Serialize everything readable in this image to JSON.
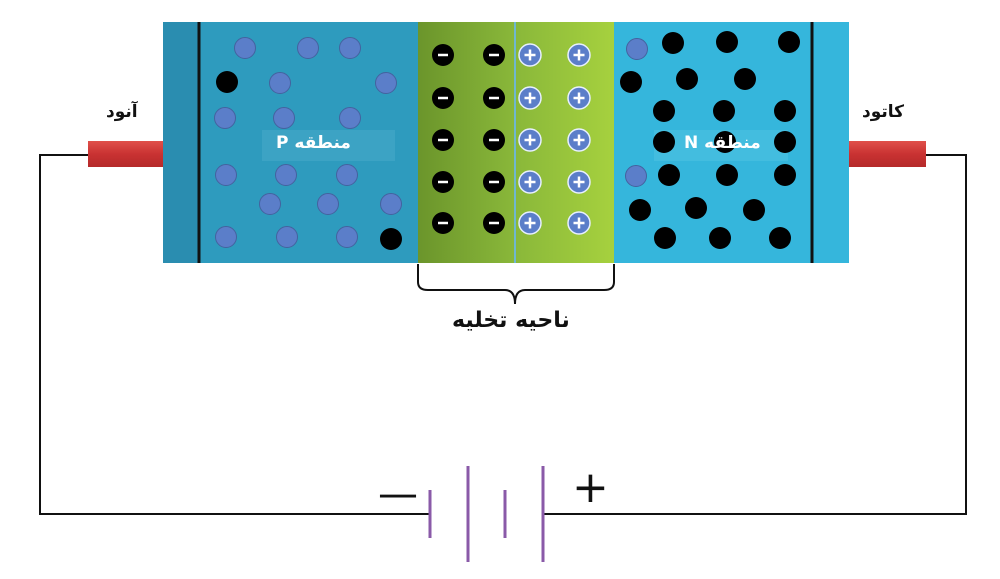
{
  "labels": {
    "p_region": "منطقه P",
    "n_region": "منطقه N",
    "anode": "آنود",
    "cathode": "کاتود",
    "depletion_region": "ناحیه تخلیه"
  },
  "battery": {
    "negative_sign": "—",
    "positive_sign": "+"
  },
  "icons": {
    "hole": "blue-hole-circle-icon",
    "electron": "black-electron-dot-icon",
    "negative_ion": "negative-ion-icon",
    "positive_ion": "positive-ion-icon"
  },
  "colors": {
    "p_region": "#2e9bbe",
    "n_region": "#35b6dc",
    "depletion_dark": "#6e9a2e",
    "depletion_light": "#a3cf3c",
    "hole": "#5b7ec9",
    "electron": "#000000",
    "terminal": "#d33a3a",
    "battery_plate": "#8a5aa8",
    "wire": "#111111"
  }
}
